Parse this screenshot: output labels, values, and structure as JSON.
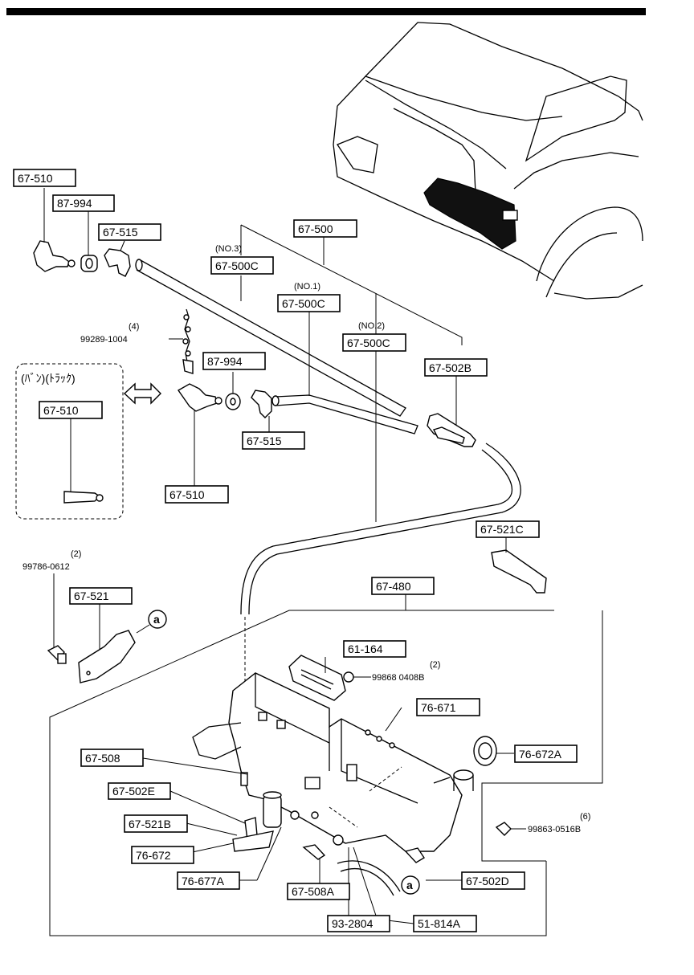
{
  "labels": {
    "p67_510_top": "67-510",
    "p87_994_top": "87-994",
    "p67_515_top": "67-515",
    "p67_500": "67-500",
    "no3": "(NO.3)",
    "p67_500c_no3": "67-500C",
    "no1": "(NO.1)",
    "p67_500c_no1": "67-500C",
    "no2": "(NO.2)",
    "p67_500c_no2": "67-500C",
    "qty_4": "(4)",
    "p99289": "99289-1004",
    "p87_994_mid": "87-994",
    "p67_502b": "67-502B",
    "variant_text": "(ﾊﾞﾝ)(ﾄﾗｯｸ)",
    "p67_510_box": "67-510",
    "p67_515_mid": "67-515",
    "p67_510_mid": "67-510",
    "p67_521c": "67-521C",
    "qty_2a": "(2)",
    "p99786": "99786-0612",
    "p67_480": "67-480",
    "p67_521": "67-521",
    "ref_a1": "a",
    "p61_164": "61-164",
    "qty_2b": "(2)",
    "p99868": "99868 0408B",
    "p76_671": "76-671",
    "p76_672a": "76-672A",
    "p67_508": "67-508",
    "p67_502e": "67-502E",
    "qty_6": "(6)",
    "p99863": "99863-0516B",
    "p67_521b": "67-521B",
    "p76_672": "76-672",
    "p76_677a": "76-677A",
    "p67_508a": "67-508A",
    "ref_a2": "a",
    "p67_502d": "67-502D",
    "p93_2804": "93-2804",
    "p51_814a": "51-814A"
  }
}
